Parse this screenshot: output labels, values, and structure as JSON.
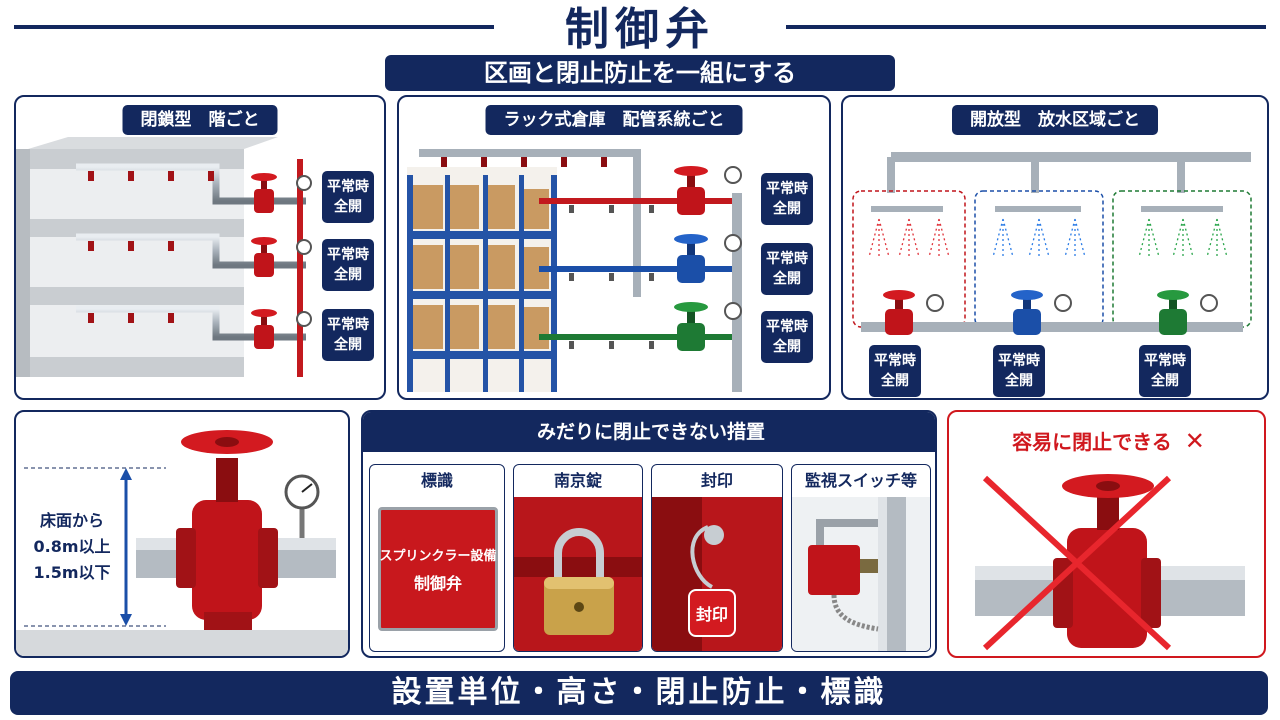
{
  "title": "制御弁",
  "subtitle": "区画と閉止防止を一組にする",
  "panels": {
    "closed": {
      "label": "閉鎖型　階ごと"
    },
    "rack": {
      "label": "ラック式倉庫　配管系統ごと"
    },
    "open": {
      "label": "開放型　放水区域ごと"
    }
  },
  "badge": {
    "line1": "平常時",
    "line2": "全開"
  },
  "height": {
    "line1": "床面から",
    "line2": "0.8m以上",
    "line3": "1.5m以下"
  },
  "measures": {
    "title": "みだりに閉止できない措置",
    "items": [
      {
        "label": "標識"
      },
      {
        "label": "南京錠"
      },
      {
        "label": "封印"
      },
      {
        "label": "監視スイッチ等"
      }
    ],
    "sign_line1": "スプリンクラー設備",
    "sign_line2": "制御弁",
    "seal_tag": "封印"
  },
  "wrong": {
    "label": "容易に閉止できる",
    "mark": "✕"
  },
  "footer": "設置単位・高さ・閉止防止・標識",
  "colors": {
    "navy": "#13285e",
    "valve_red": "#c0141a",
    "valve_blue": "#1b4fa8",
    "valve_green": "#1e7a34",
    "alert_red": "#d0181e"
  }
}
